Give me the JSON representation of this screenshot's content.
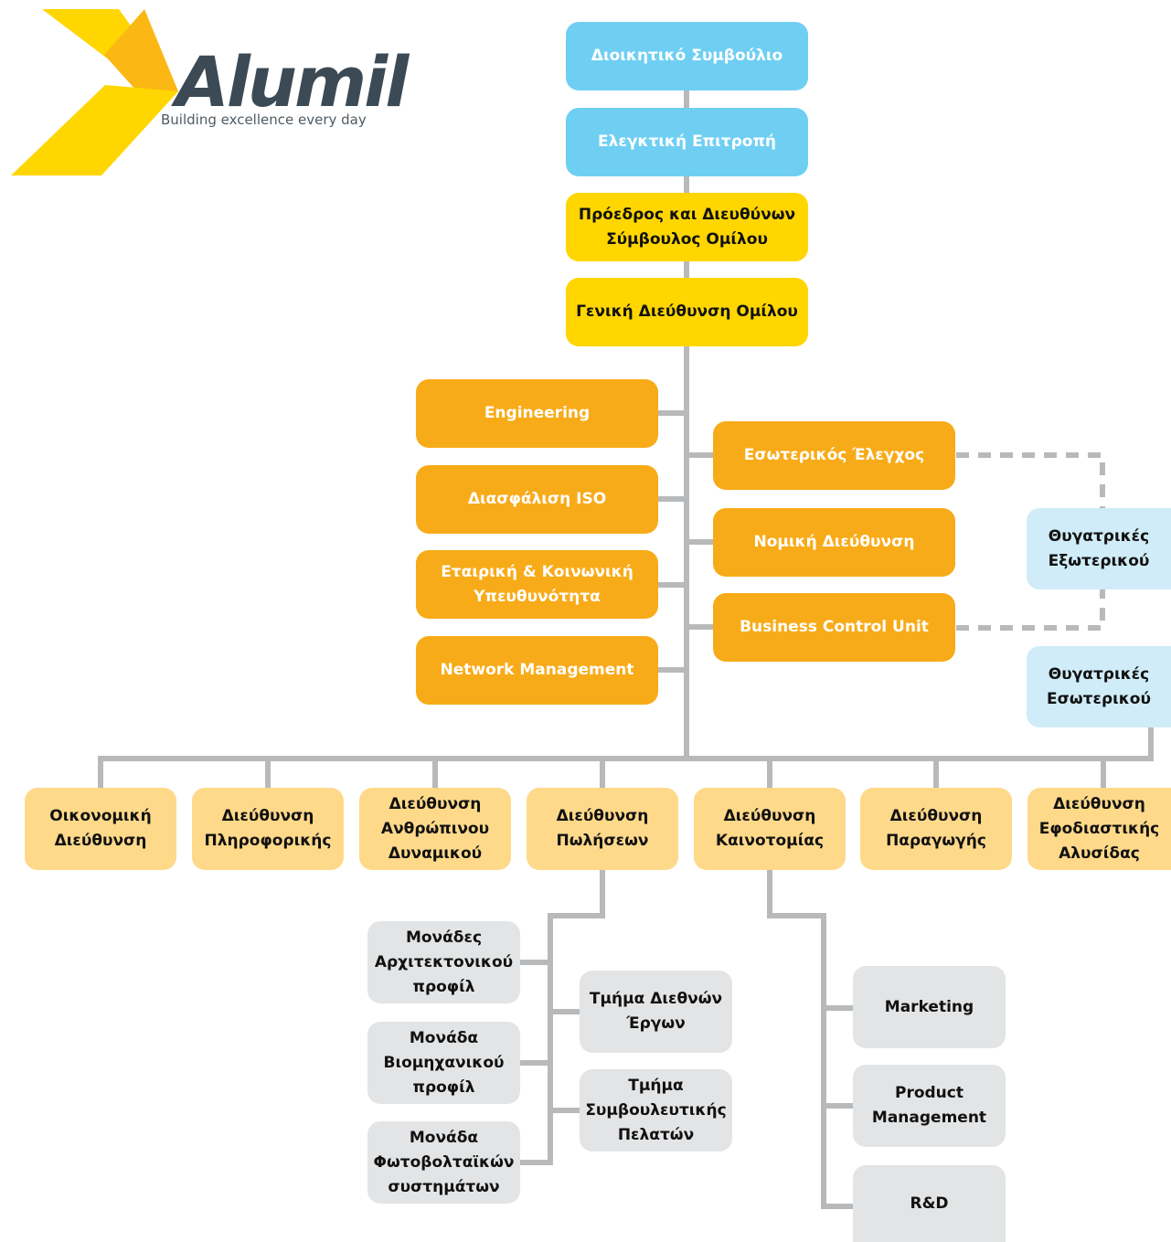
{
  "logo": {
    "brand": "Alumil",
    "wordmark": "Alumil",
    "tagline": "Building excellence every day",
    "colors": {
      "yellow": "#ffd600",
      "orange": "#fbb814",
      "text": "#3c4a55"
    }
  },
  "colors": {
    "board": "#6fcff3",
    "executive": "#ffd600",
    "staff_units": "#f8ab18",
    "subsidiaries": "#cfecf8",
    "divisions": "#ffd98a",
    "sub_units": "#e3e4e5",
    "connector": "#b8b9ba"
  },
  "top_chain": {
    "board": "Διοικητικό Συμβούλιο",
    "audit_committee": "Ελεγκτική Επιτροπή",
    "ceo": "Πρόεδρος και Διευθύνων\nΣύμβουλος Ομίλου",
    "general_management": "Γενική Διεύθυνση Ομίλου"
  },
  "left_units": {
    "engineering": "Engineering",
    "iso": "Διασφάλιση ISO",
    "csr": "Εταιρική & Κοινωνική\nΥπευθυνότητα",
    "network": "Network Management"
  },
  "right_units": {
    "internal_audit": "Εσωτερικός Έλεγχος",
    "legal": "Νομική Διεύθυνση",
    "business_control": "Business Control Unit"
  },
  "subsidiaries": {
    "foreign": "Θυγατρικές\nΕξωτερικού",
    "domestic": "Θυγατρικές\nΕσωτερικού"
  },
  "divisions": {
    "finance": "Οικονομική\nΔιεύθυνση",
    "it": "Διεύθυνση\nΠληροφορικής",
    "hr": "Διεύθυνση\nΑνθρώπινου\nΔυναμικού",
    "sales": "Διεύθυνση\nΠωλήσεων",
    "innovation": "Διεύθυνση\nΚαινοτομίας",
    "production": "Διεύθυνση\nΠαραγωγής",
    "supply_chain": "Διεύθυνση\nΕφοδιαστικής\nΑλυσίδας"
  },
  "sales_units": {
    "architectural": "Μονάδες\nΑρχιτεκτονικού\nπροφίλ",
    "industrial": "Μονάδα\nΒιομηχανικού\nπροφίλ",
    "photovoltaic": "Μονάδα\nΦωτοβολταϊκών\nσυστημάτων",
    "international_projects": "Τμήμα Διεθνών\nΈργων",
    "customer_advisory": "Τμήμα\nΣυμβουλευτικής\nΠελατών"
  },
  "innovation_units": {
    "marketing": "Marketing",
    "product_management": "Product\nManagement",
    "rnd": "R&D"
  }
}
